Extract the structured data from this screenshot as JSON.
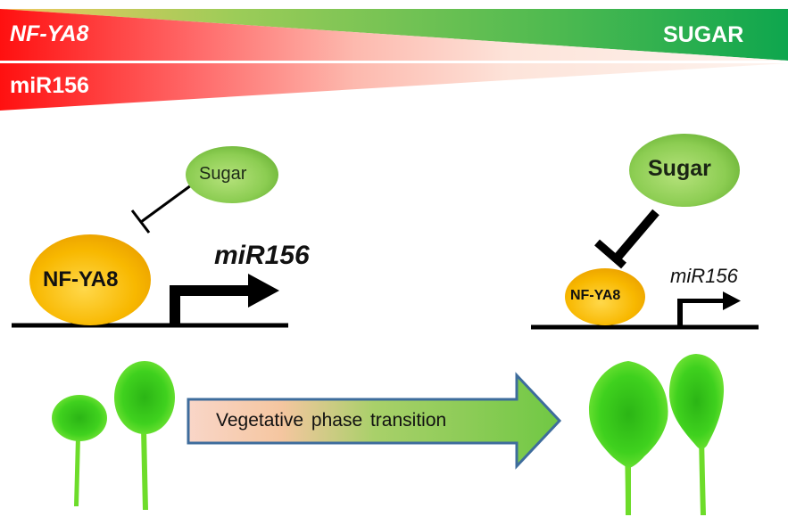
{
  "gradients": {
    "top_band": {
      "left_label": "NF-YA8",
      "right_label": "SUGAR",
      "decreasing_color": "#ff1a1a",
      "fade_color": "#fbeee6",
      "increasing_color_start": "#e8c85a",
      "increasing_color_end": "#0ea64e"
    },
    "bottom_band": {
      "label": "miR156",
      "decreasing_color": "#ff1a1a",
      "fade_color": "#fbeee6"
    }
  },
  "low_sugar_panel": {
    "sugar_label": "Sugar",
    "tf_label": "NF-YA8",
    "gene_label": "miR156",
    "interaction": "weak inhibition"
  },
  "high_sugar_panel": {
    "sugar_label": "Sugar",
    "tf_label": "NF-YA8",
    "gene_label": "miR156",
    "interaction": "strong inhibition"
  },
  "transition_arrow": {
    "label": "Vegetative phase transition",
    "start_color": "#f8d5c4",
    "end_color": "#7ec850",
    "border_color": "#3e6c9c"
  },
  "colors": {
    "sugar_oval": "#8fd14f",
    "tf_oval": "#f5b400",
    "leaf": "#3fd11e",
    "line": "#000000"
  }
}
